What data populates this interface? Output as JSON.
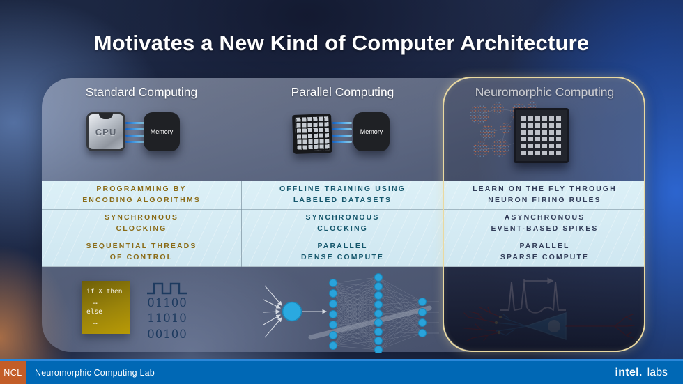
{
  "title": "Motivates a New Kind of Computer Architecture",
  "columns": [
    {
      "header": "Standard Computing",
      "chip_label": "CPU",
      "memory_label": "Memory",
      "rows": [
        [
          "PROGRAMMING BY",
          "ENCODING ALGORITHMS"
        ],
        [
          "SYNCHRONOUS",
          "CLOCKING"
        ],
        [
          "SEQUENTIAL THREADS",
          "OF CONTROL"
        ]
      ]
    },
    {
      "header": "Parallel Computing",
      "memory_label": "Memory",
      "rows": [
        [
          "OFFLINE TRAINING USING",
          "LABELED DATASETS"
        ],
        [
          "SYNCHRONOUS",
          "CLOCKING"
        ],
        [
          "PARALLEL",
          "DENSE COMPUTE"
        ]
      ]
    },
    {
      "header": "Neuromorphic Computing",
      "rows": [
        [
          "LEARN ON THE FLY THROUGH",
          "NEURON FIRING RULES"
        ],
        [
          "ASYNCHRONOUS",
          "EVENT-BASED SPIKES"
        ],
        [
          "PARALLEL",
          "SPARSE COMPUTE"
        ]
      ]
    }
  ],
  "code_block": {
    "line1": "if X then",
    "line2": "…",
    "line3": "else",
    "line4": "…"
  },
  "binary": [
    "01100",
    "11010",
    "00100"
  ],
  "footer": {
    "ncl": "NCL",
    "lab_name": "Neuromorphic Computing Lab",
    "brand_bold": "intel.",
    "brand_suffix": "labs"
  },
  "colors": {
    "accent_gold": "#ead9a0",
    "intel_blue": "#0068b5",
    "ncl_orange": "#c35d28",
    "standard_text": "#8a6b17",
    "parallel_text": "#14566b",
    "neuromorphic_text": "#323c58",
    "table_bg": "#d5eaf3"
  }
}
